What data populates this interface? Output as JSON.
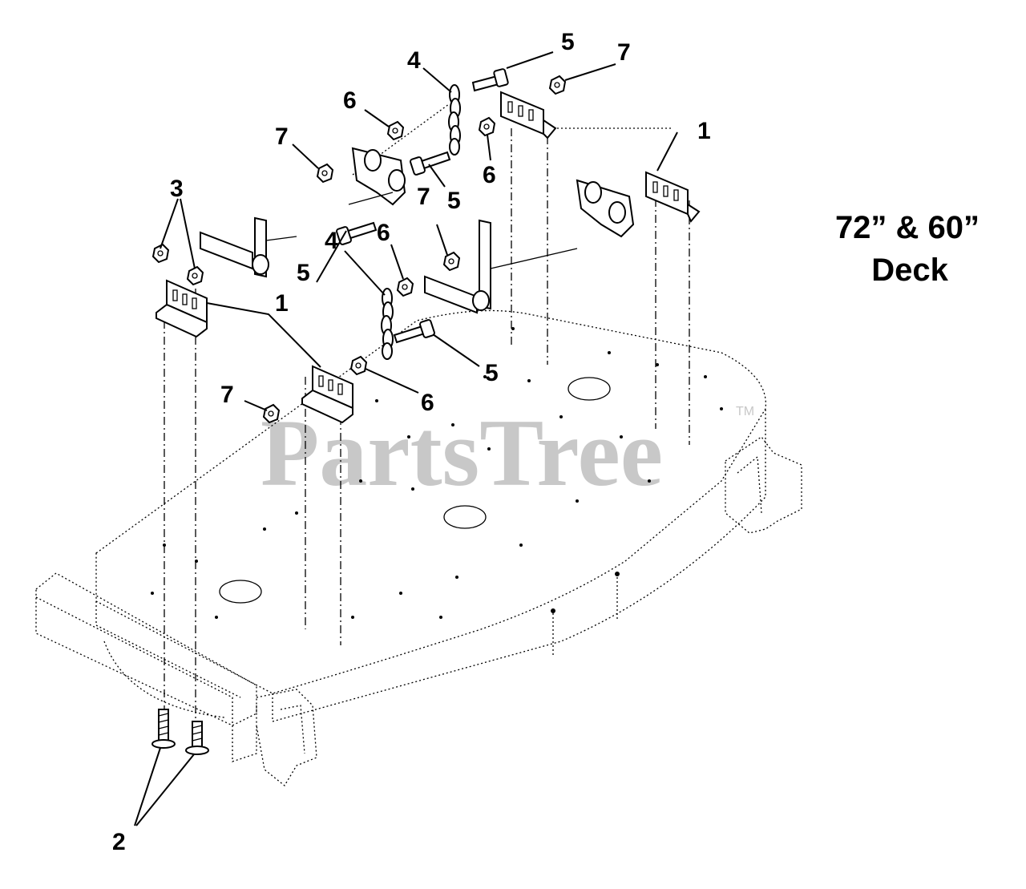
{
  "title": {
    "line1": "72” & 60”",
    "line2": "Deck"
  },
  "watermark": {
    "text": "PartsTree",
    "trademark": "TM"
  },
  "callouts": {
    "c1a": "1",
    "c1b": "1",
    "c2": "2",
    "c3": "3",
    "c4a": "4",
    "c4b": "4",
    "c5a": "5",
    "c5b": "5",
    "c5c": "5",
    "c5d": "5",
    "c6a": "6",
    "c6b": "6",
    "c6c": "6",
    "c6d": "6",
    "c7a": "7",
    "c7b": "7",
    "c7c": "7",
    "c7d": "7"
  }
}
